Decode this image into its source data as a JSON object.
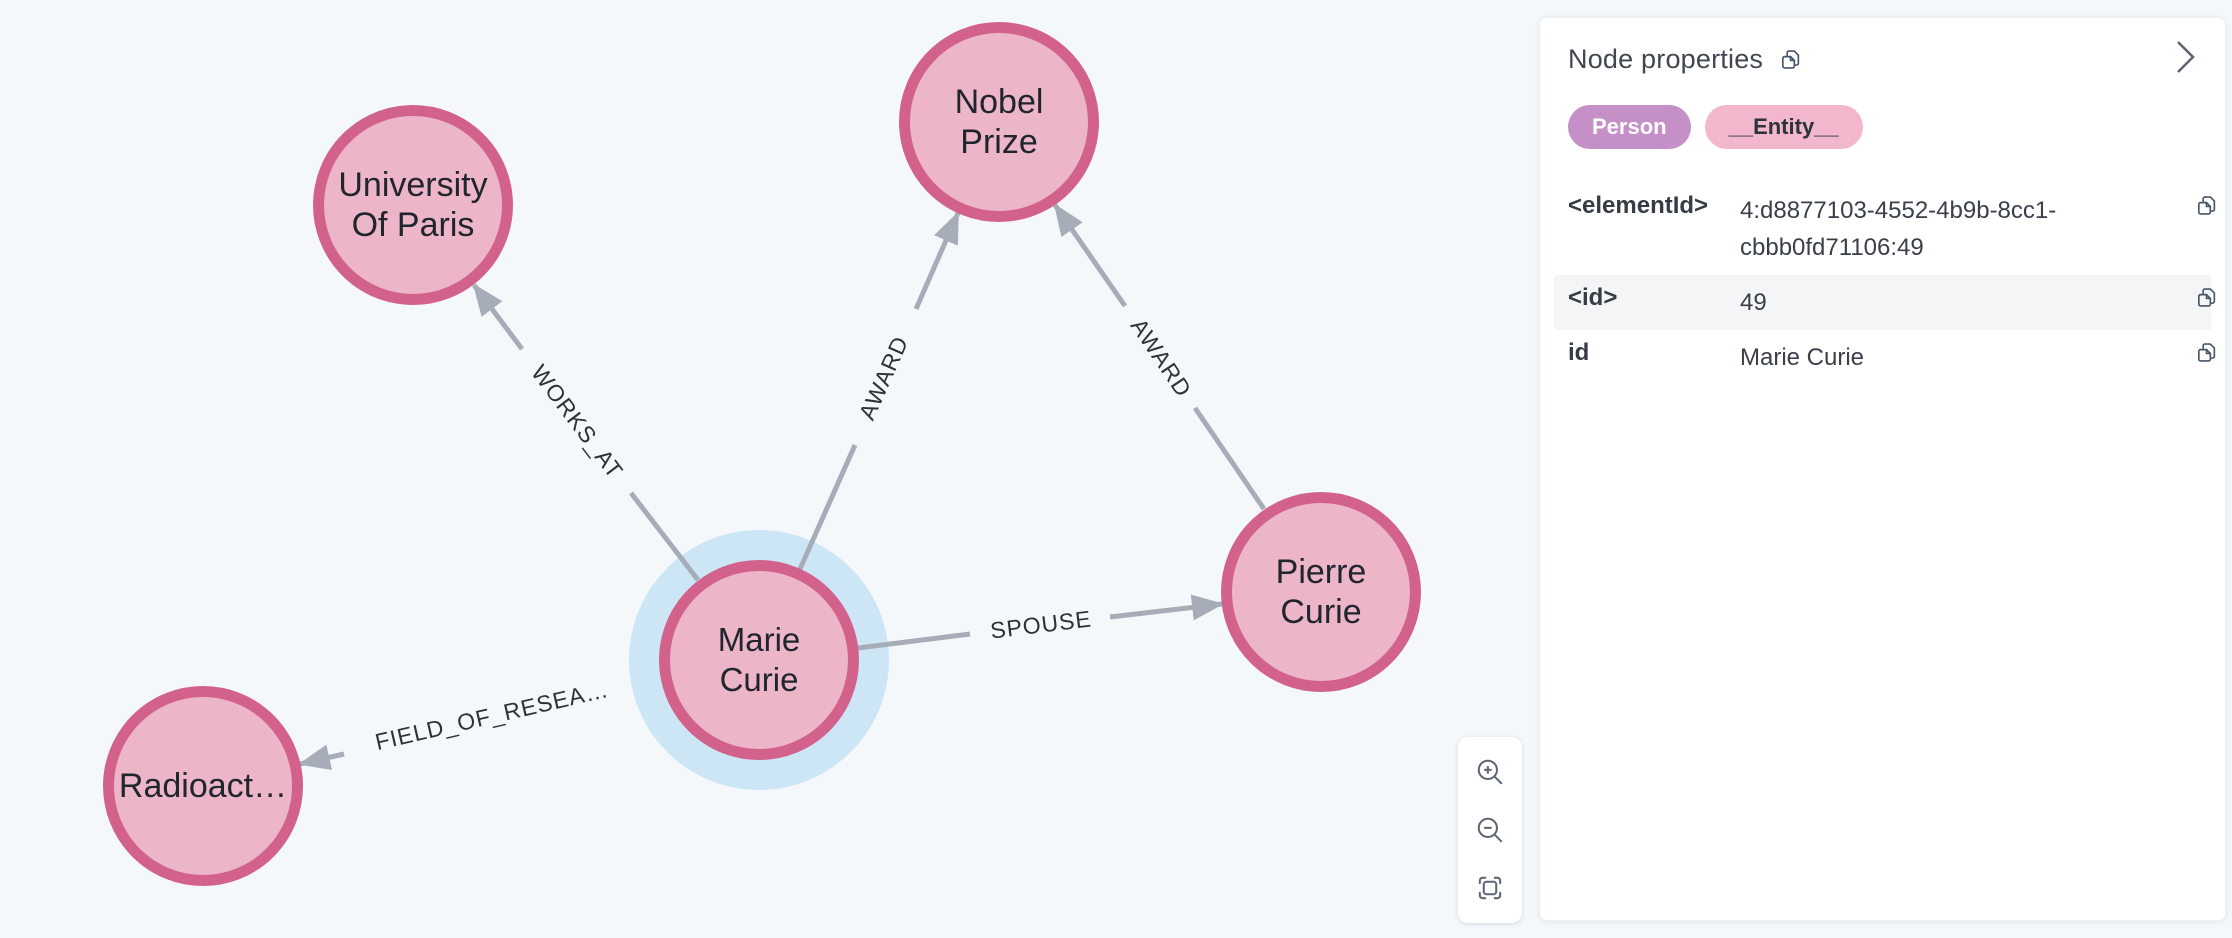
{
  "graph": {
    "nodes": [
      {
        "id": "university-of-paris",
        "line1": "University",
        "line2": "Of Paris"
      },
      {
        "id": "nobel-prize",
        "line1": "Nobel",
        "line2": "Prize"
      },
      {
        "id": "marie-curie",
        "line1": "Marie",
        "line2": "Curie",
        "selected": true
      },
      {
        "id": "pierre-curie",
        "line1": "Pierre",
        "line2": "Curie"
      },
      {
        "id": "radioactivity",
        "line1": "Radioact…"
      }
    ],
    "edges": [
      {
        "label": "WORKS_AT"
      },
      {
        "label": "AWARD"
      },
      {
        "label": "AWARD"
      },
      {
        "label": "SPOUSE"
      },
      {
        "label": "FIELD_OF_RESEA…"
      }
    ]
  },
  "side_panel": {
    "title": "Node properties",
    "labels": [
      {
        "text": "Person"
      },
      {
        "text": "__Entity__"
      }
    ],
    "properties": [
      {
        "key": "<elementId>",
        "value": "4:d8877103-4552-4b9b-8cc1-cbbb0fd71106:49"
      },
      {
        "key": "<id>",
        "value": "49"
      },
      {
        "key": "id",
        "value": "Marie Curie"
      }
    ]
  },
  "zoom_controls": {
    "buttons": [
      "zoom-in",
      "zoom-out",
      "fit-to-screen"
    ]
  },
  "colors": {
    "canvas_bg": "#f4f8fb",
    "node_fill": "#ecb5c8",
    "node_border": "#d2618c",
    "selection_halo": "#cde6f6",
    "edge": "#a7adb8",
    "person_badge": "#c490c7",
    "entity_badge": "#f2b6cd"
  }
}
